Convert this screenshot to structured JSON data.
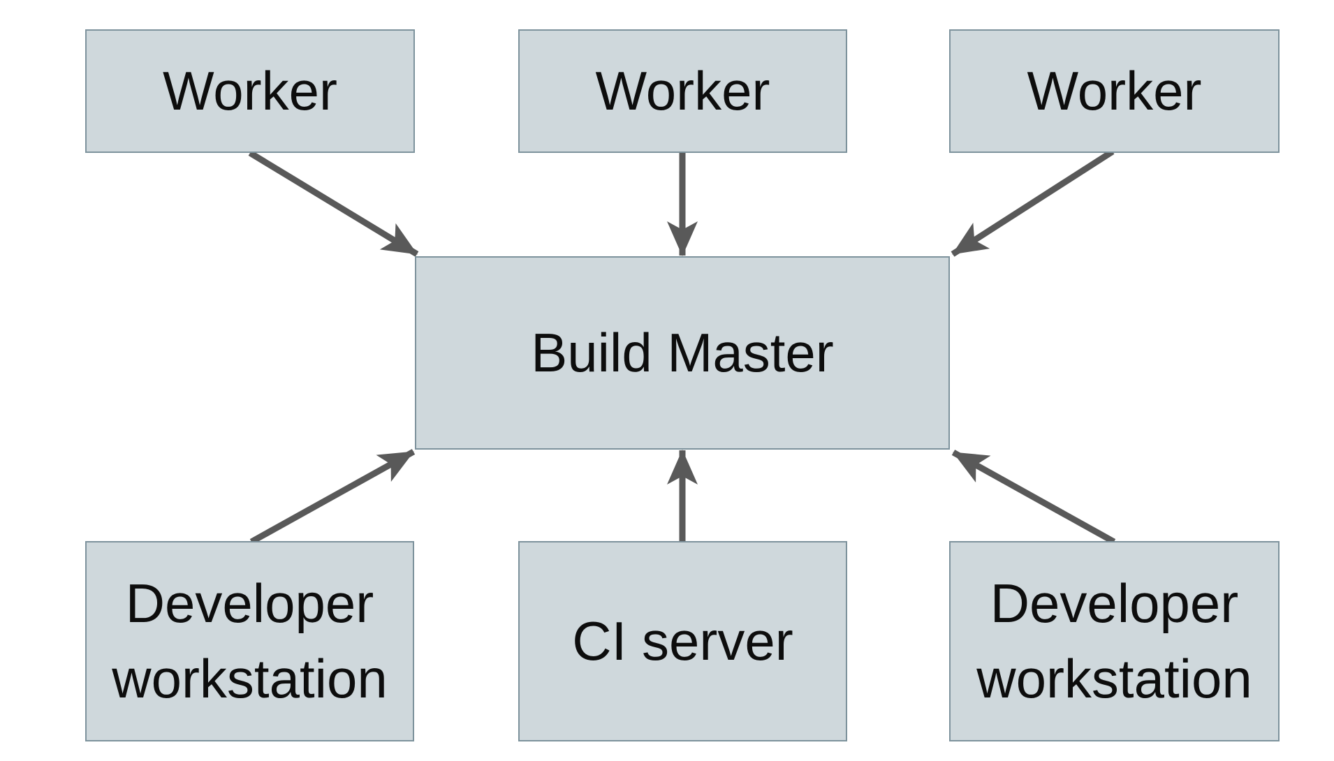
{
  "diagram": {
    "type": "architecture-diagram",
    "background_color": "#ffffff",
    "node_fill_color": "#cfd8dc",
    "node_border_color": "#7d929c",
    "arrow_color": "#595959",
    "text_color": "#0d0d0d",
    "nodes": [
      {
        "id": "worker-left",
        "label": "Worker",
        "row": "top",
        "column": "left"
      },
      {
        "id": "worker-middle",
        "label": "Worker",
        "row": "top",
        "column": "middle"
      },
      {
        "id": "worker-right",
        "label": "Worker",
        "row": "top",
        "column": "right"
      },
      {
        "id": "build-master",
        "label": "Build Master",
        "row": "middle",
        "column": "center"
      },
      {
        "id": "developer-workstation-left",
        "label": "Developer workstation",
        "row": "bottom",
        "column": "left"
      },
      {
        "id": "ci-server",
        "label": "CI server",
        "row": "bottom",
        "column": "middle"
      },
      {
        "id": "developer-workstation-right",
        "label": "Developer workstation",
        "row": "bottom",
        "column": "right"
      }
    ],
    "edges": [
      {
        "from": "worker-left",
        "to": "build-master",
        "direction": "down-right"
      },
      {
        "from": "worker-middle",
        "to": "build-master",
        "direction": "down"
      },
      {
        "from": "worker-right",
        "to": "build-master",
        "direction": "down-left"
      },
      {
        "from": "developer-workstation-left",
        "to": "build-master",
        "direction": "up-right"
      },
      {
        "from": "ci-server",
        "to": "build-master",
        "direction": "up"
      },
      {
        "from": "developer-workstation-right",
        "to": "build-master",
        "direction": "up-left"
      }
    ]
  }
}
